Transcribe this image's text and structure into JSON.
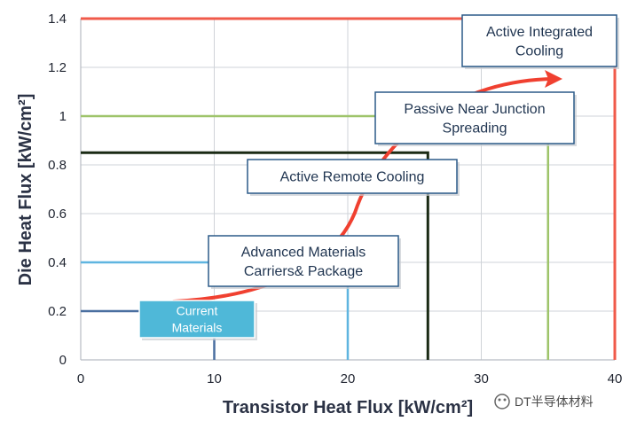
{
  "chart_data": {
    "type": "line",
    "xlabel": "Transistor Heat Flux [kW/cm²]",
    "ylabel": "Die Heat Flux [kW/cm²]",
    "xlim": [
      0,
      40
    ],
    "ylim": [
      0,
      1.4
    ],
    "x_ticks": [
      "0",
      "10",
      "20",
      "30",
      "40"
    ],
    "y_ticks": [
      "0",
      "0.2",
      "0.4",
      "0.6",
      "0.8",
      "1",
      "1.2",
      "1.4"
    ],
    "grid": true,
    "regions": [
      {
        "name": "Current Materials",
        "lines": [
          "Current",
          "Materials"
        ],
        "x": 10,
        "y": 0.2,
        "color": "#4a6fa0",
        "box_fill": "#4fb8d8"
      },
      {
        "name": "Advanced Materials Carriers& Package",
        "lines": [
          "Advanced Materials",
          "Carriers& Package"
        ],
        "x": 20,
        "y": 0.4,
        "color": "#5fb5e0"
      },
      {
        "name": "Active Remote Cooling",
        "lines": [
          "Active Remote Cooling"
        ],
        "x": 26,
        "y": 0.85,
        "color": "#1a2a14"
      },
      {
        "name": "Passive Near Junction Spreading",
        "lines": [
          "Passive Near Junction",
          "Spreading"
        ],
        "x": 35,
        "y": 1.0,
        "color": "#9ec46a"
      },
      {
        "name": "Active Integrated Cooling",
        "lines": [
          "Active Integrated",
          "Cooling"
        ],
        "x": 40,
        "y": 1.4,
        "color": "#f05a4a"
      }
    ],
    "trend_arrow_color": "#f04030"
  },
  "watermark": "DT半导体材料"
}
